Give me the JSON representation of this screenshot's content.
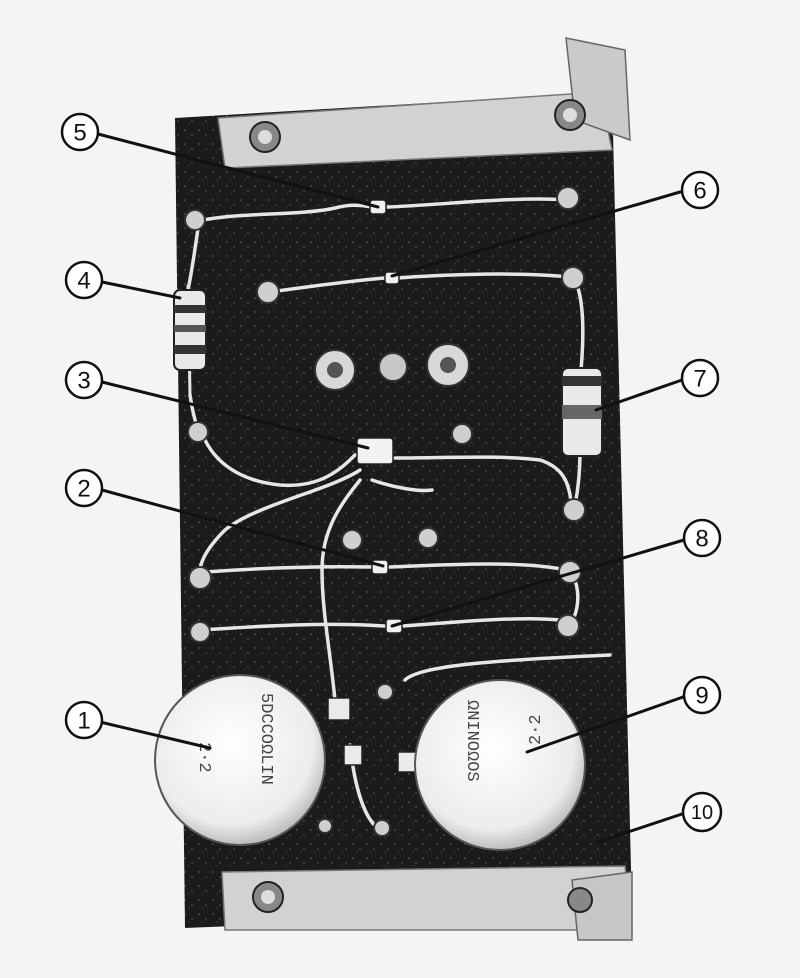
{
  "figure": {
    "kind": "photograph-of-circuit-board",
    "colors": {
      "board": "#1b1b1b",
      "bracket": "#cfcfcf",
      "wire": "#e8e8e8",
      "label_circle_fill": "#ffffff",
      "label_stroke": "#111111",
      "paper": "#f4f4f2"
    },
    "callouts": [
      {
        "id": "callout-1",
        "label": "1"
      },
      {
        "id": "callout-2",
        "label": "2"
      },
      {
        "id": "callout-3",
        "label": "3"
      },
      {
        "id": "callout-4",
        "label": "4"
      },
      {
        "id": "callout-5",
        "label": "5"
      },
      {
        "id": "callout-6",
        "label": "6"
      },
      {
        "id": "callout-7",
        "label": "7"
      },
      {
        "id": "callout-8",
        "label": "8"
      },
      {
        "id": "callout-9",
        "label": "9"
      },
      {
        "id": "callout-10",
        "label": "10"
      }
    ],
    "potentiometer_markings": {
      "left_side_text": "5DCCOΩLIN",
      "left_value": "2·2",
      "right_side_text": "ΩNINOΩOS",
      "right_value": "2·2"
    }
  }
}
